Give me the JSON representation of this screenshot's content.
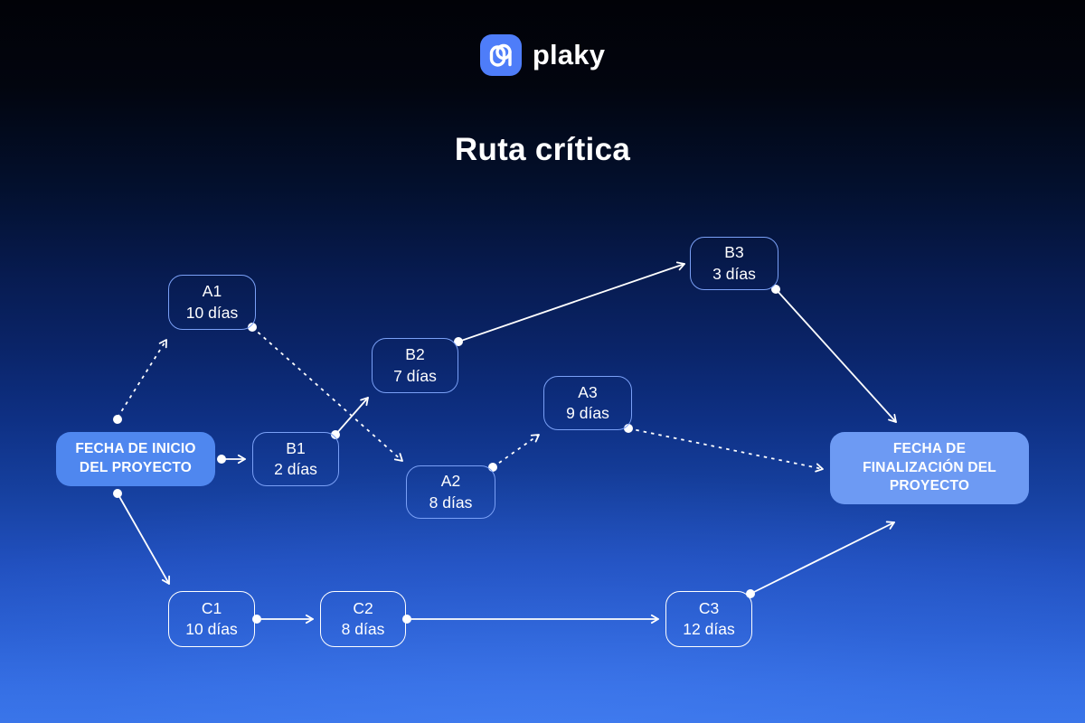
{
  "brand": {
    "name": "plaky",
    "icon": "plaky-logo",
    "accent_color": "#4e7df9"
  },
  "title": "Ruta crítica",
  "diagram": {
    "nodes": {
      "start": {
        "type": "milestone",
        "line1": "FECHA DE INICIO",
        "line2": "DEL PROYECTO"
      },
      "finish": {
        "type": "milestone",
        "line1": "FECHA DE",
        "line2": "FINALIZACIÓN DEL",
        "line3": "PROYECTO"
      },
      "a1": {
        "id": "A1",
        "duration": "10 días",
        "critical": false
      },
      "a2": {
        "id": "A2",
        "duration": "8 días",
        "critical": false
      },
      "a3": {
        "id": "A3",
        "duration": "9 días",
        "critical": false
      },
      "b1": {
        "id": "B1",
        "duration": "2 días",
        "critical": false
      },
      "b2": {
        "id": "B2",
        "duration": "7 días",
        "critical": false
      },
      "b3": {
        "id": "B3",
        "duration": "3 días",
        "critical": false
      },
      "c1": {
        "id": "C1",
        "duration": "10 días",
        "critical": true
      },
      "c2": {
        "id": "C2",
        "duration": "8 días",
        "critical": true
      },
      "c3": {
        "id": "C3",
        "duration": "12 días",
        "critical": true
      }
    },
    "edges": [
      {
        "from": "start",
        "to": "a1",
        "style": "dashed"
      },
      {
        "from": "start",
        "to": "b1",
        "style": "solid"
      },
      {
        "from": "start",
        "to": "c1",
        "style": "solid"
      },
      {
        "from": "a1",
        "to": "a2",
        "style": "dashed"
      },
      {
        "from": "a2",
        "to": "a3",
        "style": "dashed"
      },
      {
        "from": "a3",
        "to": "finish",
        "style": "dashed"
      },
      {
        "from": "b1",
        "to": "b2",
        "style": "solid"
      },
      {
        "from": "b2",
        "to": "b3",
        "style": "solid"
      },
      {
        "from": "b3",
        "to": "finish",
        "style": "solid"
      },
      {
        "from": "c1",
        "to": "c2",
        "style": "solid"
      },
      {
        "from": "c2",
        "to": "c3",
        "style": "solid"
      },
      {
        "from": "c3",
        "to": "finish",
        "style": "solid"
      }
    ],
    "colors": {
      "task_border": "#7aa0f6",
      "critical_border": "#ffffff",
      "start_fill": "#4f87ef",
      "finish_fill": "#6d9af3",
      "edge_line": "#ffffff",
      "background_top": "#010207",
      "background_bottom": "#3a76ea",
      "text": "#ffffff"
    }
  }
}
